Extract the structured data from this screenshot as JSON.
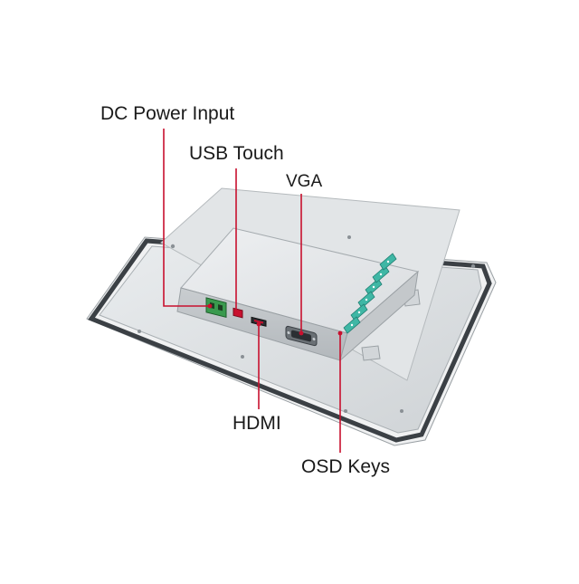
{
  "labels": {
    "dc_power_input": "DC Power Input",
    "usb_touch": "USB Touch",
    "vga": "VGA",
    "hdmi": "HDMI",
    "osd_keys": "OSD Keys"
  },
  "colors": {
    "callout_line": "#c8102e",
    "panel": "#dcdfe1",
    "bezel": "#4a4f54",
    "connector_teal": "#3fb7a5",
    "dc_connector_green": "#3a9a4e"
  }
}
